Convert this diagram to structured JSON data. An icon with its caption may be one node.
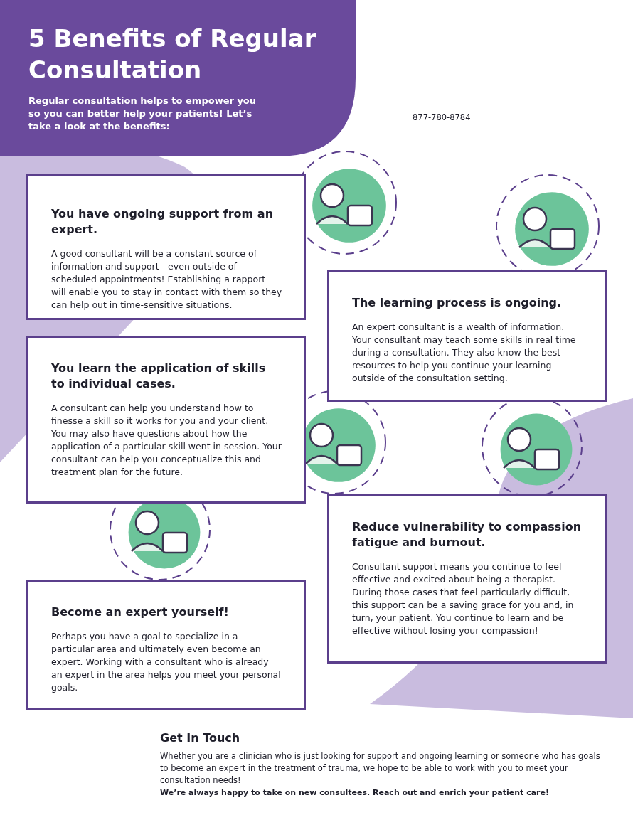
{
  "diagram": {
    "title": "5 Benefits of Regular Consultation",
    "nodes": [
      {
        "text": [
          "You have ongoing support from an expert.",
          "A good consultant will be a constant source of information and support—even outside of scheduled appointments! Establishing a rapport will enable you to stay in contact with them so they can help out in time-sensitive situations."
        ]
      },
      {
        "text": [
          "The learning process is ongoing.",
          "An expert consultant is a wealth of information. Your consultant may teach some skills in real time during a consultation. They also know the best resources to help you continue your learning outside of the consultation setting."
        ]
      },
      {
        "text": [
          "You learn the application of skills to individual cases.",
          "A consultant can help you understand how to finesse a skill so it works for you and your client. You may also have questions about how the application of a particular skill went in session. Your consultant can help you conceptualize this and treatment plan for the future."
        ]
      },
      {
        "text": [
          "Reduce vulnerability to compassion fatigue and burnout.",
          "Consultant support means you continue to feel effective and excited about being a therapist. During those cases that feel particularly difficult, this support can be a saving grace for you and, in turn, your patient. You continue to learn and be effective without losing your compassion!"
        ]
      },
      {
        "text": [
          "Become an expert yourself!",
          "Perhaps you have a goal to specialize in a particular area and ultimately even become an expert. Working with a consultant who is already an expert in the area helps you meet your personal goals."
        ]
      }
    ],
    "labels": [
      "Regular consultation helps to empower you so you can better help your patients! Let’s take a look at the benefits:",
      "877-780-8784",
      "Get In Touch",
      "Whether you are a clinician who is just looking for support and ongoing learning or someone who has goals to become an expert in the treatment of trauma, we hope to be able to work with you to meet your consultation needs!",
      "We’re always happy to take on new consultees. Reach out and enrich your patient care!"
    ]
  }
}
